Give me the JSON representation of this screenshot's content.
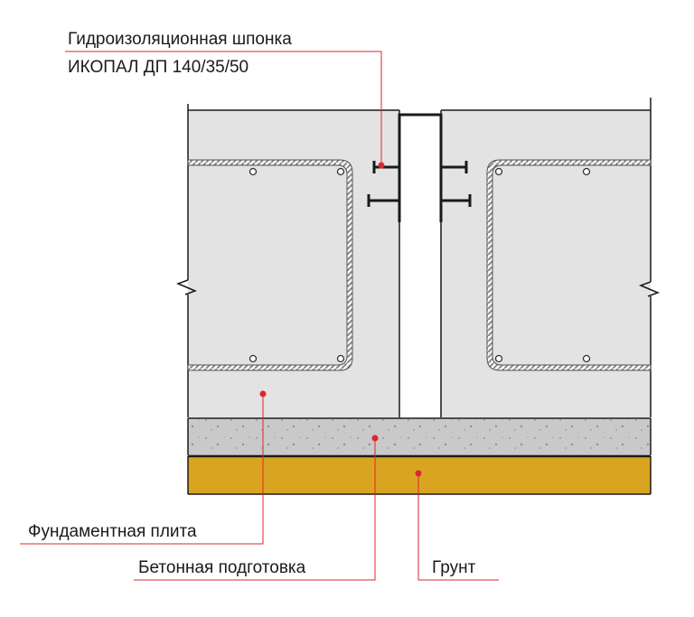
{
  "labels": {
    "waterstop_line1": "Гидроизоляционная шпонка",
    "waterstop_line2": "ИКОПАЛ ДП 140/35/50",
    "slab": "Фундаментная плита",
    "concrete_prep": "Бетонная подготовка",
    "soil": "Грунт"
  },
  "colors": {
    "slab": "#e3e3e3",
    "concrete_prep": "#c9c9c9",
    "soil": "#d9a521",
    "leader": "#e0262b",
    "outline": "#1a1a1a",
    "rebar": "#777777"
  }
}
